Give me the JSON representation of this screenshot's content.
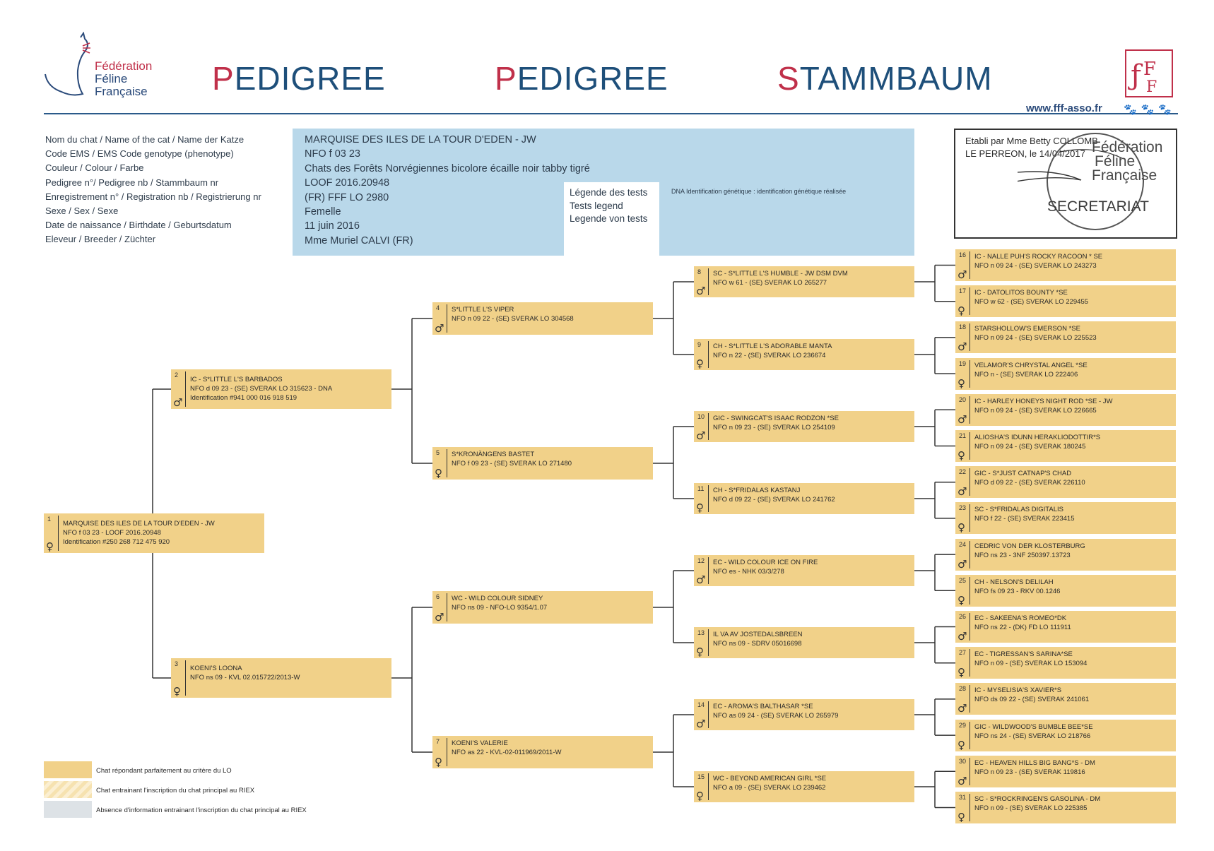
{
  "header": {
    "logo": {
      "line1": "Fédération",
      "line2": "Féline",
      "line3": "Française"
    },
    "titles": [
      "PEDIGREE",
      "PEDIGREE",
      "STAMMBAUM"
    ],
    "url": "www.fff-asso.fr",
    "paws": "🐾🐾🐾"
  },
  "labels": [
    "Nom du chat / Name of the cat / Name der Katze",
    "Code EMS / EMS Code genotype (phenotype)",
    "Couleur / Colour / Farbe",
    "Pedigree n°/ Pedigree nb / Stammbaum nr",
    "Enregistrement n° / Registration nb / Registrierung nr",
    "Sexe / Sex / Sexe",
    "Date de naissance / Birthdate / Geburtsdatum",
    "Eleveur / Breeder / Züchter"
  ],
  "values": [
    "MARQUISE DES ILES DE LA TOUR D'EDEN - JW",
    "NFO f 03 23",
    "Chats des Forêts Norvégiennes bicolore écaille noir tabby tigré",
    "LOOF 2016.20948",
    "(FR) FFF LO 2980",
    "Femelle",
    "11 juin 2016",
    "Mme Muriel CALVI (FR)"
  ],
  "tests_legend": [
    "Légende des tests",
    "Tests legend",
    "Legende von tests"
  ],
  "dna_text": "DNA Identification génétique : identification génétique réalisée",
  "stamp": {
    "line1": "Etabli par Mme Betty COLLOMB",
    "line2": "LE PERREON, le 14/04/2017",
    "org1": "Fédération",
    "org2": "Féline",
    "org3": "Française",
    "secretariat": "SECRETARIAT"
  },
  "cats": [
    {
      "num": "1",
      "sex": "♀",
      "lines": [
        "MARQUISE DES ILES DE LA TOUR D'EDEN - JW",
        "NFO f 03 23 - LOOF 2016.20948",
        "Identification #250 268 712 475 920"
      ]
    },
    {
      "num": "2",
      "sex": "♂",
      "lines": [
        "IC - S*LITTLE L'S BARBADOS",
        "NFO d 09 23 - (SE) SVERAK LO 315623 - DNA",
        "Identification #941 000 016 918 519"
      ]
    },
    {
      "num": "3",
      "sex": "♀",
      "lines": [
        "KOENI'S LOONA",
        "NFO ns 09 - KVL 02.015722/2013-W"
      ]
    },
    {
      "num": "4",
      "sex": "♂",
      "lines": [
        "S*LITTLE L'S VIPER",
        "NFO n 09 22 - (SE) SVERAK LO 304568"
      ]
    },
    {
      "num": "5",
      "sex": "♀",
      "lines": [
        "S*KRONÄNGENS BASTET",
        "NFO f 09 23 - (SE) SVERAK LO 271480"
      ]
    },
    {
      "num": "6",
      "sex": "♂",
      "lines": [
        "WC - WILD COLOUR SIDNEY",
        "NFO ns 09 - NFO-LO 9354/1.07"
      ]
    },
    {
      "num": "7",
      "sex": "♀",
      "lines": [
        "KOENI'S VALERIE",
        "NFO as 22 - KVL-02-011969/2011-W"
      ]
    },
    {
      "num": "8",
      "sex": "♂",
      "lines": [
        "SC - S*LITTLE L'S HUMBLE - JW DSM DVM",
        "NFO w 61 - (SE) SVERAK LO 265277"
      ]
    },
    {
      "num": "9",
      "sex": "♀",
      "lines": [
        "CH - S*LITTLE L'S ADORABLE MANTA",
        "NFO n 22 - (SE) SVERAK LO 236674"
      ]
    },
    {
      "num": "10",
      "sex": "♂",
      "lines": [
        "GIC - SWINGCAT'S ISAAC RODZON *SE",
        "NFO n 09 23 - (SE) SVERAK LO 254109"
      ]
    },
    {
      "num": "11",
      "sex": "♀",
      "lines": [
        "CH - S*FRIDALAS KASTANJ",
        "NFO d 09 22 - (SE) SVERAK LO 241762"
      ]
    },
    {
      "num": "12",
      "sex": "♂",
      "lines": [
        "EC - WILD COLOUR ICE ON FIRE",
        "NFO es - NHK 03/3/278"
      ]
    },
    {
      "num": "13",
      "sex": "♀",
      "lines": [
        "IL VA AV JOSTEDALSBREEN",
        "NFO ns 09 - SDRV 05016698"
      ]
    },
    {
      "num": "14",
      "sex": "♂",
      "lines": [
        "EC - AROMA'S BALTHASAR *SE",
        "NFO as 09 24 - (SE) SVERAK LO 265979"
      ]
    },
    {
      "num": "15",
      "sex": "♀",
      "lines": [
        "WC - BEYOND AMERICAN GIRL *SE",
        "NFO a 09 - (SE) SVERAK LO 239462"
      ]
    },
    {
      "num": "16",
      "sex": "♂",
      "lines": [
        "IC - NALLE PUH'S ROCKY RACOON * SE",
        "NFO n 09 24 - (SE) SVERAK LO 243273"
      ]
    },
    {
      "num": "17",
      "sex": "♀",
      "lines": [
        "IC - DATOLITOS BOUNTY *SE",
        "NFO w 62 - (SE) SVERAK LO 229455"
      ]
    },
    {
      "num": "18",
      "sex": "♂",
      "lines": [
        "STARSHOLLOW'S EMERSON *SE",
        "NFO n 09 24 - (SE) SVERAK LO 225523"
      ]
    },
    {
      "num": "19",
      "sex": "♀",
      "lines": [
        "VELAMOR'S CHRYSTAL ANGEL *SE",
        "NFO n - (SE) SVERAK LO 222406"
      ]
    },
    {
      "num": "20",
      "sex": "♂",
      "lines": [
        "IC - HARLEY HONEYS NIGHT ROD *SE - JW",
        "NFO n 09 24 - (SE) SVERAK LO 226665"
      ]
    },
    {
      "num": "21",
      "sex": "♀",
      "lines": [
        "ALIOSHA'S IDUNN HERAKLIODOTTIR*S",
        "NFO n 09 24 - (SE) SVERAK 180245"
      ]
    },
    {
      "num": "22",
      "sex": "♂",
      "lines": [
        "GIC - S*JUST CATNAP'S CHAD",
        "NFO d 09 22 - (SE) SVERAK 226110"
      ]
    },
    {
      "num": "23",
      "sex": "♀",
      "lines": [
        "SC - S*FRIDALAS DIGITALIS",
        "NFO f 22 - (SE) SVERAK 223415"
      ]
    },
    {
      "num": "24",
      "sex": "♂",
      "lines": [
        "CEDRIC VON DER KLOSTERBURG",
        "NFO ns 23 - 3NF 250397.13723"
      ]
    },
    {
      "num": "25",
      "sex": "♀",
      "lines": [
        "CH - NELSON'S DELILAH",
        "NFO fs 09 23 - RKV 00.1246"
      ]
    },
    {
      "num": "26",
      "sex": "♂",
      "lines": [
        "EC - SAKEENA'S ROMEO*DK",
        "NFO ns 22 - (DK) FD LO 111911"
      ]
    },
    {
      "num": "27",
      "sex": "♀",
      "lines": [
        "EC - TIGRESSAN'S SARINA*SE",
        "NFO n 09 - (SE) SVERAK LO 153094"
      ]
    },
    {
      "num": "28",
      "sex": "♂",
      "lines": [
        "IC - MYSELISIA'S XAVIER*S",
        "NFO ds 09 22 - (SE) SVERAK 241061"
      ]
    },
    {
      "num": "29",
      "sex": "♀",
      "lines": [
        "GIC - WILDWOOD'S BUMBLE BEE*SE",
        "NFO ns 24 - (SE) SVERAK LO 218766"
      ]
    },
    {
      "num": "30",
      "sex": "♂",
      "lines": [
        "EC - HEAVEN HILLS BIG BANG*S - DM",
        "NFO n 09 23 - (SE) SVERAK 119816"
      ]
    },
    {
      "num": "31",
      "sex": "♀",
      "lines": [
        "SC - S*ROCKRINGEN'S GASOLINA - DM",
        "NFO n 09 - (SE) SVERAK LO 225385"
      ]
    }
  ],
  "legend": [
    {
      "text": "Chat répondant parfaitement au critère du LO",
      "color": "#f1d189"
    },
    {
      "text": "Chat entrainant l'inscription du chat principal au RIEX",
      "color": "#f6e2b0"
    },
    {
      "text": "Absence d'information entrainant l'inscription du chat principal au RIEX",
      "color": "#dde2e6"
    }
  ],
  "colors": {
    "box": "#f1d189",
    "info": "#b9d8ea",
    "title_blue": "#1e4f7a",
    "title_red": "#c0304a"
  }
}
